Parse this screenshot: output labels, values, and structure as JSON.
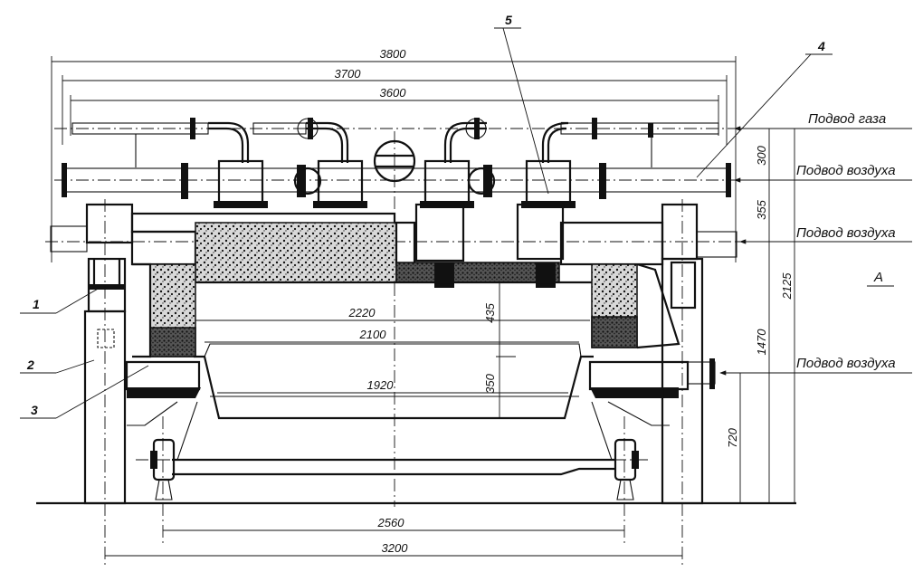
{
  "drawing": {
    "dimensions": {
      "overall_width": "3800",
      "pipe_span": "3700",
      "inner_pipe_span": "3600",
      "lining_2220": "2220",
      "lining_2100": "2100",
      "lining_1920": "1920",
      "wheel_span": "2560",
      "rail_span": "3200",
      "height_total": "2125",
      "height_1470": "1470",
      "height_720": "720",
      "dim_300": "300",
      "dim_355": "355",
      "dim_435": "435",
      "dim_350": "350"
    },
    "labels": {
      "gas_supply": "Подвод газа",
      "air_supply_top": "Подвод воздуха",
      "air_supply_mid": "Подвод воздуха",
      "air_supply_low": "Подвод воздуха",
      "view": "А"
    },
    "callouts": [
      "1",
      "2",
      "3",
      "4",
      "5"
    ]
  }
}
